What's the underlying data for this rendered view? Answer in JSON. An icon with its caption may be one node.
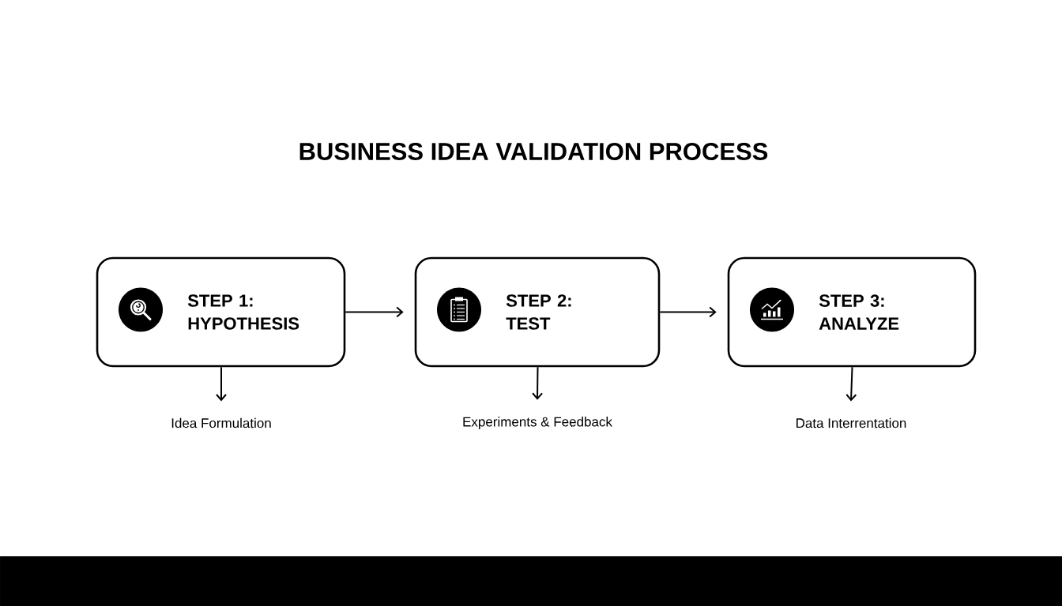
{
  "diagram": {
    "title": "BUSINESS IDEA VALIDATION PROCESS",
    "nodes": [
      {
        "text": [
          "STEP 1: HYPOTHESIS"
        ]
      },
      {
        "text": [
          "STEP 2: TEST"
        ]
      },
      {
        "text": [
          "STEP 3: ANALYZE"
        ]
      },
      {
        "text": [
          "Idea Formulation"
        ]
      },
      {
        "text": [
          "Experiments & Feedback"
        ]
      },
      {
        "text": [
          "Data Interrentation"
        ]
      }
    ],
    "edges": [
      {
        "from": 0,
        "to": 1,
        "arrow": "to"
      },
      {
        "from": 1,
        "to": 2,
        "arrow": "to"
      },
      {
        "from": 0,
        "to": 3,
        "arrow": "to"
      },
      {
        "from": 1,
        "to": 4,
        "arrow": "to"
      },
      {
        "from": 2,
        "to": 5,
        "arrow": "to"
      }
    ]
  }
}
